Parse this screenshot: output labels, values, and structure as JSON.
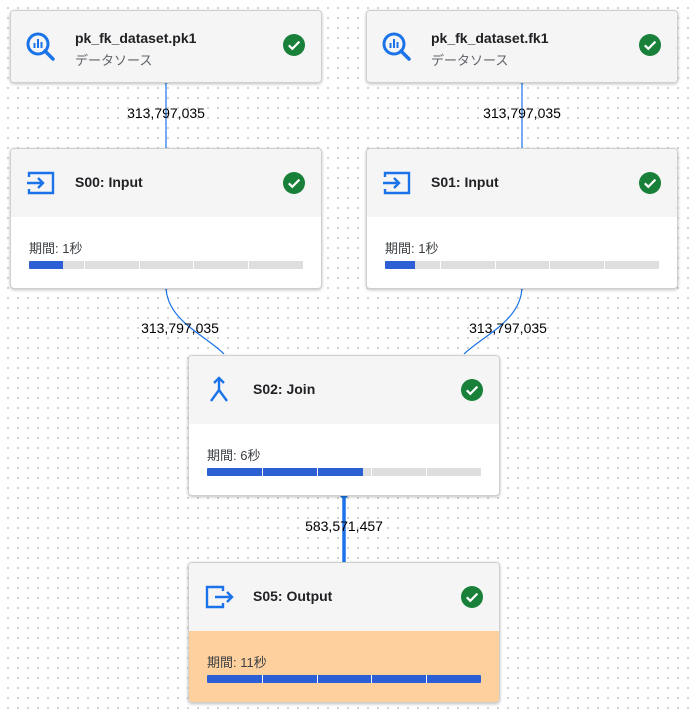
{
  "nodes": {
    "src_pk": {
      "title": "pk_fk_dataset.pk1",
      "subtitle": "データソース",
      "status": "success"
    },
    "src_fk": {
      "title": "pk_fk_dataset.fk1",
      "subtitle": "データソース",
      "status": "success"
    },
    "s00": {
      "title": "S00: Input",
      "duration": "期間: 1秒",
      "progress": 0.125,
      "status": "success"
    },
    "s01": {
      "title": "S01: Input",
      "duration": "期間: 1秒",
      "progress": 0.11,
      "status": "success"
    },
    "s02": {
      "title": "S02: Join",
      "duration": "期間: 6秒",
      "progress": 0.57,
      "status": "success"
    },
    "s05": {
      "title": "S05: Output",
      "duration": "期間: 11秒",
      "progress": 1.0,
      "status": "success"
    }
  },
  "edges": {
    "pk_to_s00": "313,797,035",
    "fk_to_s01": "313,797,035",
    "s00_to_s02": "313,797,035",
    "s01_to_s02": "313,797,035",
    "s02_to_s05": "583,571,457"
  },
  "icons": {
    "source": "bigquery-icon",
    "input": "input-arrow-icon",
    "join": "merge-icon",
    "output": "output-arrow-icon",
    "status": "check-circle-icon"
  },
  "colors": {
    "accent": "#1a73e8",
    "progress": "#2b5fd3",
    "success": "#188038",
    "output_highlight": "#fdd09d",
    "edge": "#1a73e8"
  }
}
